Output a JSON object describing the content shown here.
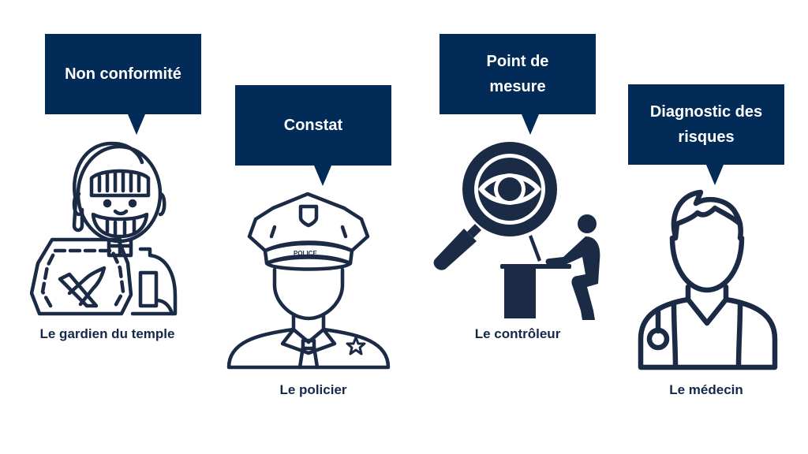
{
  "roles": [
    {
      "bubble": "Non conformité",
      "caption": "Le gardien du temple",
      "icon": "knight-icon"
    },
    {
      "bubble": "Constat",
      "caption": "Le policier",
      "icon": "police-officer-icon",
      "badge_text": "POLICE"
    },
    {
      "bubble_line1": "Point de",
      "bubble_line2": "mesure",
      "caption": "Le contrôleur",
      "icon": "inspector-magnifier-icon"
    },
    {
      "bubble_line1": "Diagnostic des",
      "bubble_line2": "risques",
      "caption": "Le médecin",
      "icon": "doctor-icon"
    }
  ],
  "colors": {
    "bubble": "#022b57",
    "icon": "#1b2a45",
    "caption": "#13284a",
    "background": "#ffffff"
  }
}
